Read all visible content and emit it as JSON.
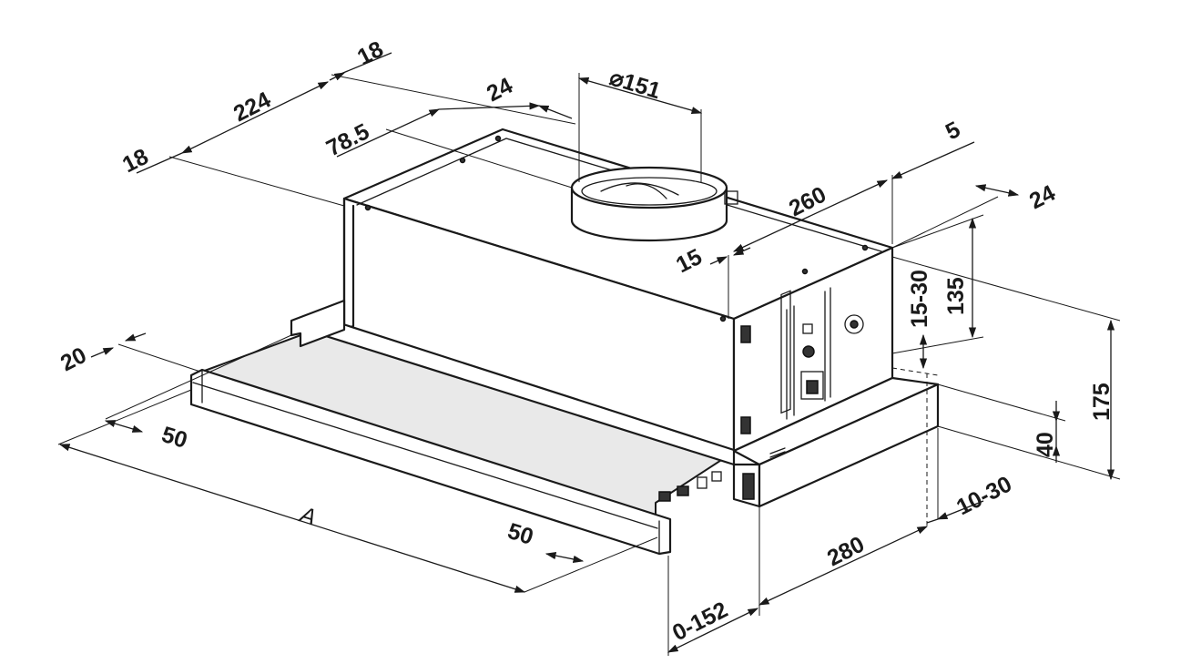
{
  "dimensions": {
    "d18_top": "18",
    "d224": "224",
    "d18_left": "18",
    "d24_top": "24",
    "d78_5": "78.5",
    "d151": "⌀151",
    "d5": "5",
    "d260": "260",
    "d24_right": "24",
    "d15": "15",
    "d15_30": "15-30",
    "d135": "135",
    "d175": "175",
    "d40": "40",
    "d20": "20",
    "d50_left": "50",
    "dA": "A",
    "d50_front": "50",
    "d10_30": "10-30",
    "d280": "280",
    "d0_152": "0-152"
  }
}
